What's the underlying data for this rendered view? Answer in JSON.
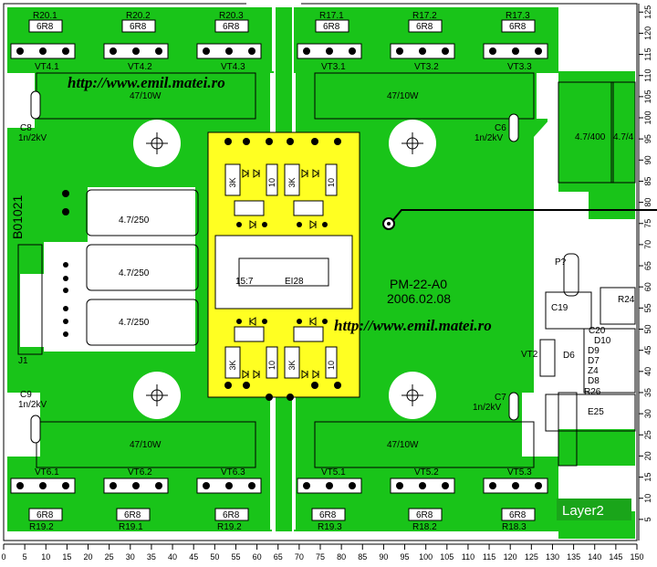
{
  "colors": {
    "copper": "#19c419",
    "copper_dark": "#0e7d0e",
    "highlight": "#ffff22",
    "board": "#ffffff",
    "pad": "#000000",
    "layer_badge": "#1aa51a"
  },
  "watermark_top": "http://www.emil.matei.ro",
  "watermark_mid": "http://www.emil.matei.ro",
  "board_id": "PM-22-A0",
  "board_date": "2006.02.08",
  "side_label": "B01021",
  "layer_badge": "Layer2",
  "transformer": {
    "ratio": "15:7",
    "core": "EI28"
  },
  "resistors_top": [
    {
      "ref": "R20.1",
      "value": "6R8"
    },
    {
      "ref": "R20.2",
      "value": "6R8"
    },
    {
      "ref": "R20.3",
      "value": "6R8"
    },
    {
      "ref": "R17.1",
      "value": "6R8"
    },
    {
      "ref": "R17.2",
      "value": "6R8"
    },
    {
      "ref": "R17.3",
      "value": "6R8"
    }
  ],
  "resistors_bottom": [
    {
      "ref": "R19.2",
      "value": "6R8"
    },
    {
      "ref": "R19.1",
      "value": "6R8"
    },
    {
      "ref": "R19.2",
      "value": "6R8"
    },
    {
      "ref": "R19.3",
      "value": "6R8"
    },
    {
      "ref": "R18.2",
      "value": "6R8"
    },
    {
      "ref": "R18.3",
      "value": "6R8"
    }
  ],
  "transistors_top": [
    "VT4.1",
    "VT4.2",
    "VT4.3",
    "VT3.1",
    "VT3.2",
    "VT3.3"
  ],
  "transistors_bottom": [
    "VT6.1",
    "VT6.2",
    "VT6.3",
    "VT5.1",
    "VT5.2",
    "VT5.3"
  ],
  "power_resistors": [
    "47/10W",
    "47/10W",
    "47/10W",
    "47/10W"
  ],
  "caps_left": [
    {
      "ref": "C8",
      "value": "1n/2kV"
    },
    {
      "ref": "C9",
      "value": "1n/2kV"
    }
  ],
  "caps_right": [
    {
      "ref": "C6",
      "value": "1n/2kV"
    },
    {
      "ref": "C7",
      "value": "1n/2kV"
    }
  ],
  "resistors_250": [
    "4.7/250",
    "4.7/250",
    "4.7/250"
  ],
  "resistors_400": [
    "4.7/400",
    "4.7/4"
  ],
  "connector": "J1",
  "yellow_small": [
    "3K",
    "10",
    "3K",
    "10",
    "3K",
    "10",
    "3K",
    "10"
  ],
  "right_labels": {
    "p": "P?",
    "c19": "C19",
    "r24": "R24",
    "c20": "C20",
    "d10": "D10",
    "d9": "D9",
    "d7": "D7",
    "z4": "Z4",
    "d8": "D8",
    "d6": "D6",
    "r26": "R26",
    "vt2": "VT2",
    "e25": "E25"
  },
  "ruler_bottom": [
    "0",
    "5",
    "10",
    "15",
    "20",
    "25",
    "30",
    "35",
    "40",
    "45",
    "50",
    "55",
    "60",
    "65",
    "70",
    "75",
    "80",
    "85",
    "90",
    "95",
    "100",
    "105",
    "110",
    "115",
    "120",
    "125",
    "130",
    "135",
    "140",
    "145",
    "150"
  ],
  "ruler_right": [
    "125",
    "120",
    "115",
    "110",
    "105",
    "100",
    "95",
    "90",
    "85",
    "80",
    "75",
    "70",
    "65",
    "60",
    "55",
    "50",
    "45",
    "40",
    "35",
    "30",
    "25",
    "20",
    "15",
    "10",
    "5"
  ]
}
